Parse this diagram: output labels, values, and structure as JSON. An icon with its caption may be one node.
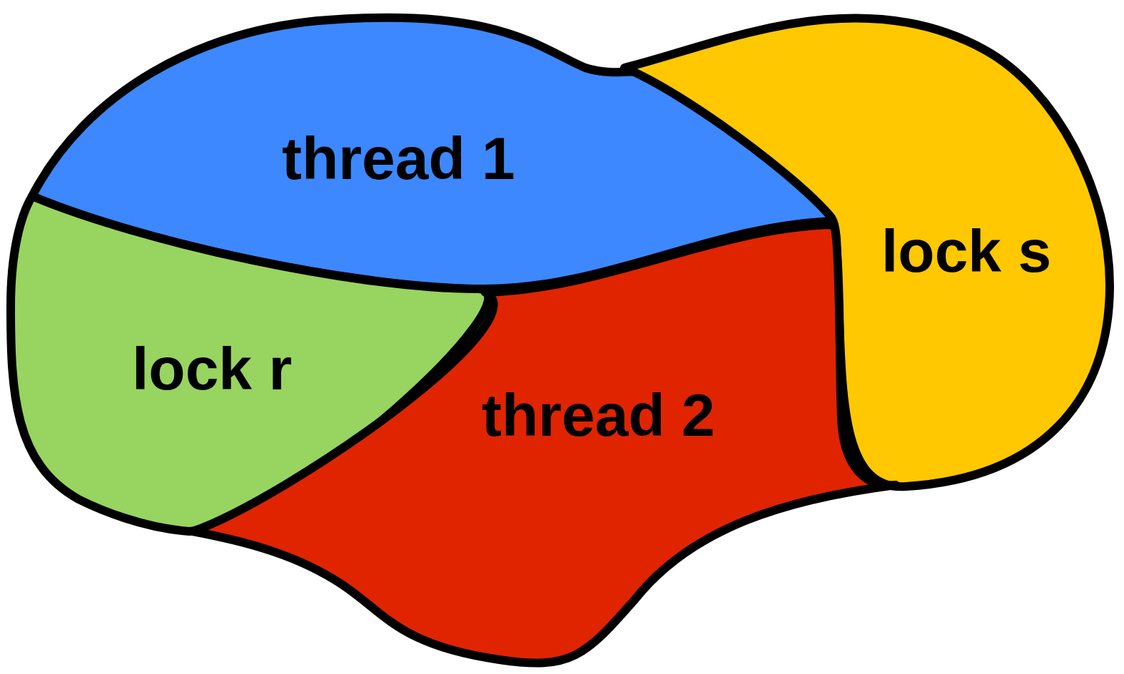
{
  "diagram": {
    "nodes": [
      {
        "text": [
          "thread 1"
        ]
      },
      {
        "text": [
          "lock s"
        ]
      },
      {
        "text": [
          "lock r"
        ]
      },
      {
        "text": [
          "thread 2"
        ]
      }
    ]
  }
}
